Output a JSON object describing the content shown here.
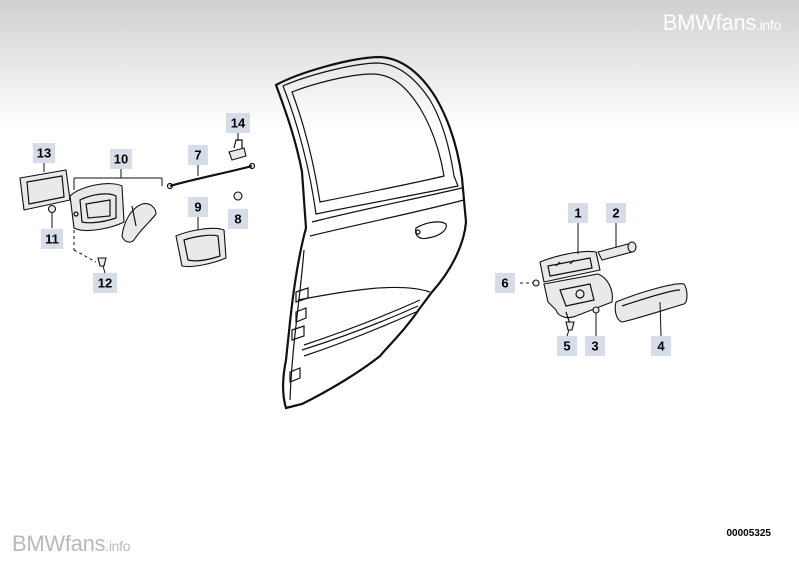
{
  "watermark": {
    "brand": "BMWfans",
    "suffix": ".info"
  },
  "diagram_code": "00005325",
  "callouts": [
    "1",
    "2",
    "3",
    "4",
    "5",
    "6",
    "7",
    "8",
    "9",
    "10",
    "11",
    "12",
    "13",
    "14"
  ]
}
